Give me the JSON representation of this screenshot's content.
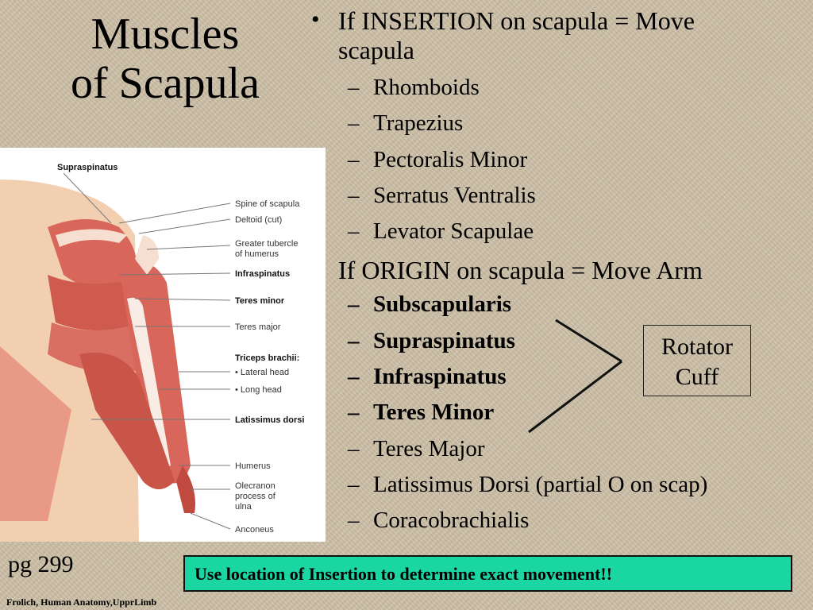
{
  "title": {
    "line1": "Muscles",
    "line2": "of Scapula"
  },
  "insertion": {
    "heading_line1": "If INSERTION on scapula = Move",
    "heading_line2": "scapula",
    "items": [
      "Rhomboids",
      "Trapezius",
      "Pectoralis Minor",
      "Serratus Ventralis",
      "Levator Scapulae"
    ]
  },
  "origin": {
    "heading": "If ORIGIN on scapula = Move Arm",
    "items": [
      {
        "text": "Subscapularis",
        "bold": true
      },
      {
        "text": "Supraspinatus",
        "bold": true
      },
      {
        "text": "Infraspinatus",
        "bold": true
      },
      {
        "text": "Teres Minor",
        "bold": true
      },
      {
        "text": "Teres Major",
        "bold": false
      },
      {
        "text": "Latissimus Dorsi (partial O on scap)",
        "bold": false
      },
      {
        "text": "Coracobrachialis",
        "bold": false
      }
    ]
  },
  "rotator_cuff": {
    "line1": "Rotator",
    "line2": "Cuff"
  },
  "figure": {
    "top_label": "Supraspinatus",
    "labels": [
      {
        "text": "Spine of scapula",
        "bold": false
      },
      {
        "text": "Deltoid (cut)",
        "bold": false
      },
      {
        "text": "Greater tubercle",
        "bold": false
      },
      {
        "text": "of humerus",
        "bold": false
      },
      {
        "text": "Infraspinatus",
        "bold": true
      },
      {
        "text": "Teres minor",
        "bold": true
      },
      {
        "text": "Teres major",
        "bold": false
      },
      {
        "text": "Triceps brachii:",
        "bold": true
      },
      {
        "text": "• Lateral head",
        "bold": false
      },
      {
        "text": "• Long head",
        "bold": false
      },
      {
        "text": "Latissimus dorsi",
        "bold": true
      },
      {
        "text": "Humerus",
        "bold": false
      },
      {
        "text": "Olecranon",
        "bold": false
      },
      {
        "text": "process of",
        "bold": false
      },
      {
        "text": "ulna",
        "bold": false
      },
      {
        "text": "Anconeus",
        "bold": false
      }
    ]
  },
  "page_ref": "pg 299",
  "note": "Use location of Insertion to determine exact  movement!!",
  "credit": "Frolich, Human Anatomy,UpprLimb",
  "colors": {
    "background": "#ccbfa6",
    "note_fill": "#19d6a2",
    "muscle": "#d9665a",
    "skin": "#f2cfb1"
  }
}
